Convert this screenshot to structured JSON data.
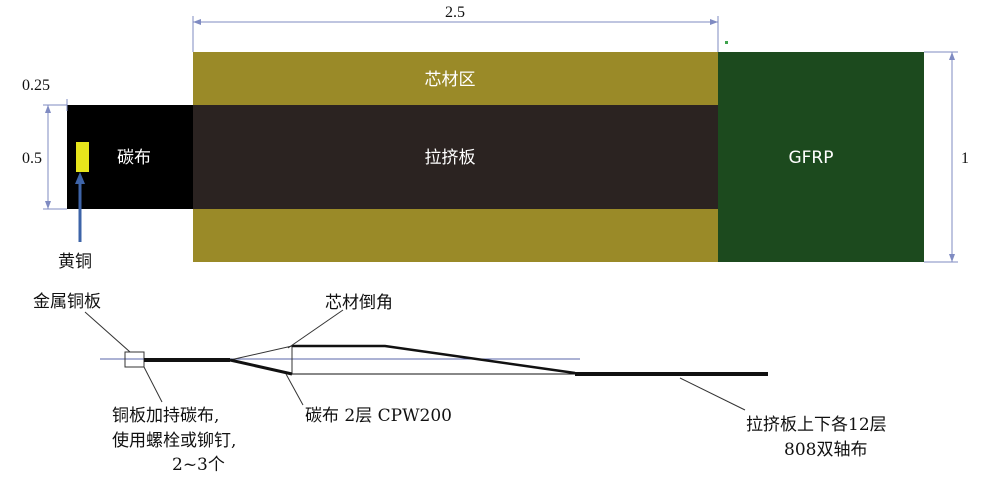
{
  "top_view": {
    "dimensions": {
      "length_core": "2.5",
      "height_core_strip": "0.25",
      "height_carbon": "0.5",
      "height_total": "1"
    },
    "regions": {
      "core": "芯材区",
      "pultruded": "拉挤板",
      "carbon": "碳布",
      "gfrp": "GFRP",
      "brass": "黄铜"
    },
    "colors": {
      "core": "#9a8a28",
      "pultruded": "#2b2321",
      "carbon": "#000000",
      "gfrp": "#1c4a1e",
      "brass": "#e7e51c",
      "pointer": "#3e64a8",
      "dim_line": "#7f8bc2"
    }
  },
  "section_view": {
    "labels": {
      "metal_plate": "金属铜板",
      "core_chamfer": "芯材倒角",
      "clamp_line1": "铜板加持碳布,",
      "clamp_line2": "使用螺栓或铆钉,",
      "clamp_line3": "2~3个",
      "carbon_layers": "碳布  2层  CPW200",
      "plate_line1": "拉挤板上下各12层",
      "plate_line2": "808双轴布"
    }
  }
}
